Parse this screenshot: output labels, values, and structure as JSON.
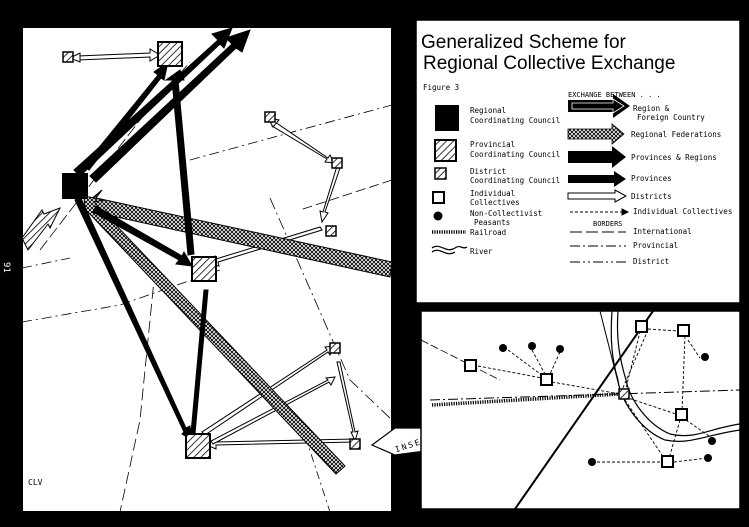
{
  "title_line1": "Generalized Scheme for",
  "title_line2": "Regional Collective Exchange",
  "figure_label": "Figure 3",
  "page_number": "91",
  "signature": "CLV",
  "inset_label": "INSET",
  "legend": {
    "symbols_header": "",
    "exchange_header": "EXCHANGE BETWEEN . . .",
    "borders_header": "BORDERS",
    "symbols": {
      "regional": [
        "Regional",
        "Coordinating Council"
      ],
      "provincial": [
        "Provincial",
        "Coordinating Council"
      ],
      "district": [
        "District",
        "Coordinating Council"
      ],
      "collective": [
        "Individual",
        "Collectives"
      ],
      "peasant": [
        "Non-Collectivist",
        "Peasants"
      ],
      "railroad": "Railroad",
      "river": "River"
    },
    "exchanges": {
      "region_foreign": [
        "Region &",
        "Foreign Country"
      ],
      "regional_federations": "Regional Federations",
      "provinces_regions": "Provinces & Regions",
      "provinces": "Provinces",
      "districts": "Districts",
      "individual_collectives": "Individual Collectives"
    },
    "borders": {
      "international": "International",
      "provincial": "Provincial",
      "district": "District"
    }
  },
  "colors": {
    "background": "#000000",
    "paper": "#ffffff",
    "ink": "#000000"
  }
}
